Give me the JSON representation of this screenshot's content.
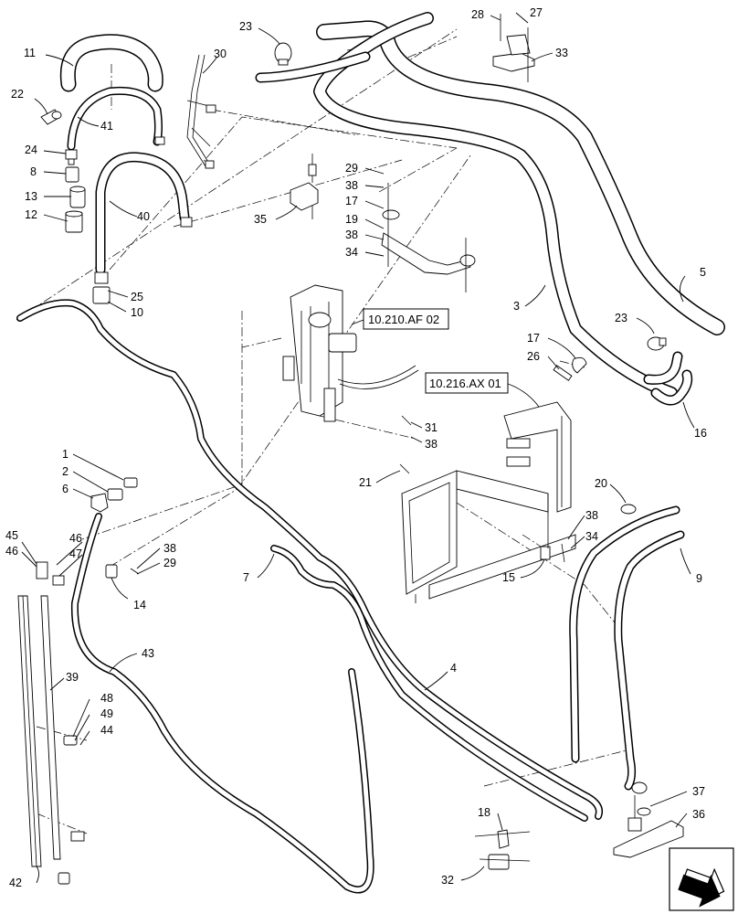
{
  "diagram": {
    "callouts": {
      "c1": "1",
      "c2": "2",
      "c3": "3",
      "c4": "4",
      "c5": "5",
      "c6": "6",
      "c7": "7",
      "c8": "8",
      "c9": "9",
      "c10": "10",
      "c11": "11",
      "c12": "12",
      "c13": "13",
      "c14": "14",
      "c15": "15",
      "c16": "16",
      "c17a": "17",
      "c17b": "17",
      "c18": "18",
      "c19": "19",
      "c20": "20",
      "c21": "21",
      "c22": "22",
      "c23a": "23",
      "c23b": "23",
      "c24": "24",
      "c25": "25",
      "c26": "26",
      "c27": "27",
      "c28": "28",
      "c29a": "29",
      "c29b": "29",
      "c30": "30",
      "c31": "31",
      "c32": "32",
      "c33": "33",
      "c34a": "34",
      "c34b": "34",
      "c35": "35",
      "c36": "36",
      "c37": "37",
      "c38a": "38",
      "c38b": "38",
      "c38c": "38",
      "c38d": "38",
      "c38e": "38",
      "c39": "39",
      "c40": "40",
      "c41": "41",
      "c42": "42",
      "c43": "43",
      "c44": "44",
      "c45": "45",
      "c46a": "46",
      "c46b": "46",
      "c47": "47",
      "c48": "48",
      "c49": "49"
    },
    "references": {
      "ref_af": "10.210.AF 02",
      "ref_ax": "10.216.AX 01"
    },
    "icons": {
      "nav": "arrow-icon"
    }
  }
}
